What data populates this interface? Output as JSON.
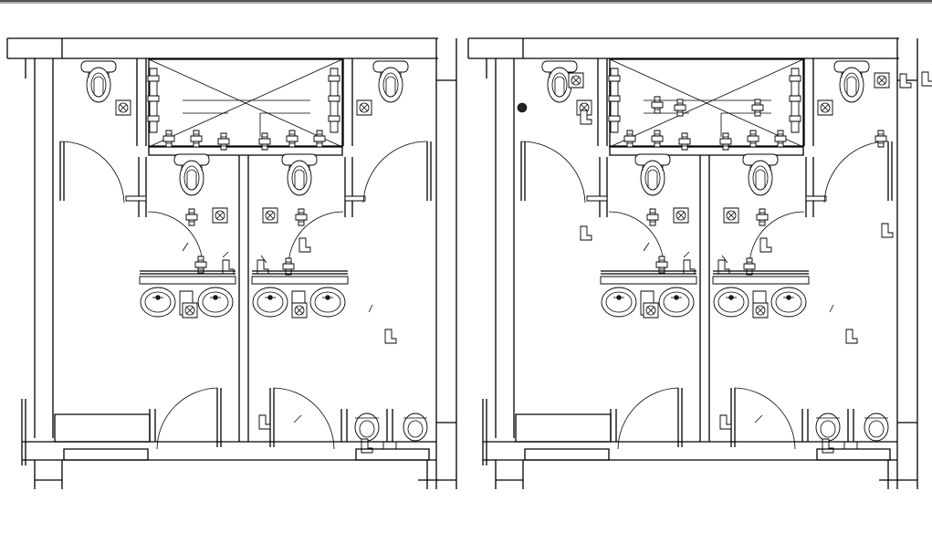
{
  "drawing": {
    "type": "toilet-block-plumbing-plan",
    "line_color": "#000000",
    "background": "#ffffff",
    "plans": [
      {
        "name": "plan-left"
      },
      {
        "name": "plan-right"
      }
    ]
  }
}
